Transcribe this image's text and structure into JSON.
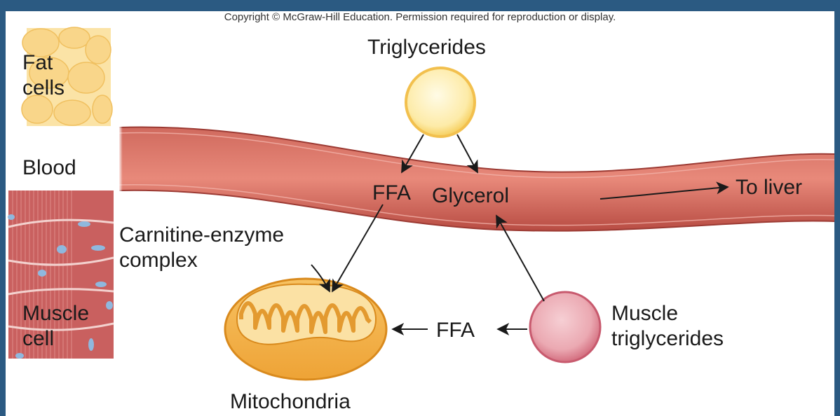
{
  "copyright": "Copyright © McGraw-Hill Education. Permission required for reproduction or display.",
  "labels": {
    "fat_cells_line1": "Fat",
    "fat_cells_line2": "cells",
    "blood": "Blood",
    "muscle_cell_line1": "Muscle",
    "muscle_cell_line2": "cell",
    "triglycerides": "Triglycerides",
    "ffa_blood": "FFA",
    "glycerol": "Glycerol",
    "to_liver": "To liver",
    "carnitine_line1": "Carnitine-enzyme",
    "carnitine_line2": "complex",
    "ffa_muscle": "FFA",
    "muscle_tg_line1": "Muscle",
    "muscle_tg_line2": "triglycerides",
    "mitochondria": "Mitochondria"
  },
  "colors": {
    "background_frame": "#2b5a82",
    "blood_vessel": "#c8574b",
    "vessel_edge": "#9c3a33",
    "triglyceride_blob": "#fde9a6",
    "triglyceride_border": "#f2c04e",
    "muscle_tg_blob": "#eeaab3",
    "muscle_tg_border": "#c85a6e",
    "mitochondria": "#f4b042",
    "mitochondria_border": "#d98a1d",
    "muscle_fiber": "#c9605f",
    "fat_tissue": "#f9d68a"
  }
}
